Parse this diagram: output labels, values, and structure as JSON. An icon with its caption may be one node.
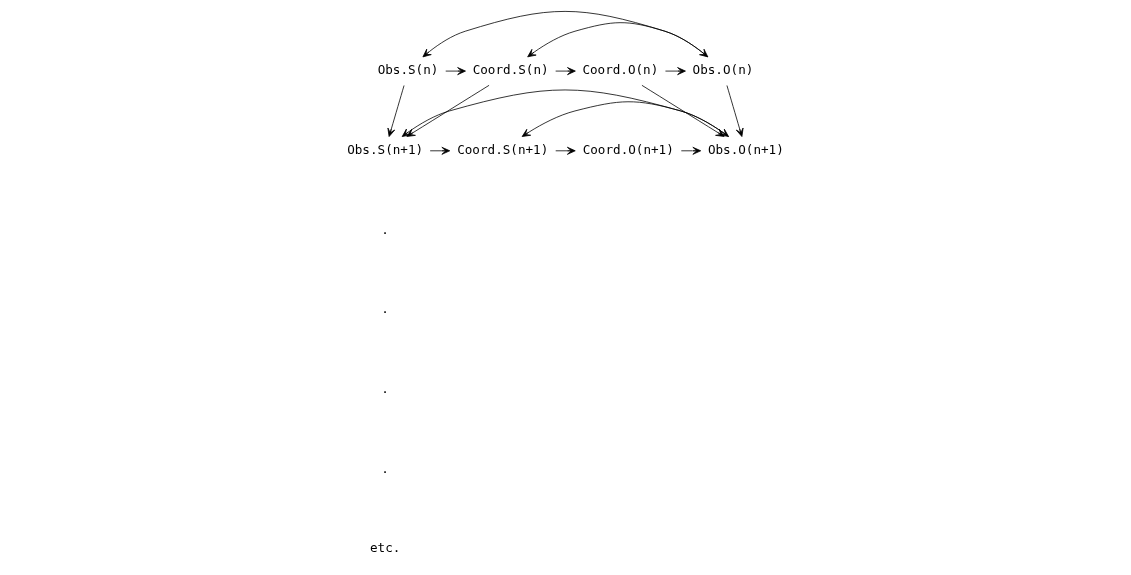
{
  "diagram": {
    "nodes": [
      {
        "text": [
          "Obs.S(n)"
        ]
      },
      {
        "text": [
          "Coord.S(n)"
        ]
      },
      {
        "text": [
          "Obs.O(n)"
        ]
      },
      {
        "text": [
          "Coord.O(n)"
        ]
      },
      {
        "text": [
          "Obs.S(n+1)"
        ]
      },
      {
        "text": [
          "Coord.S(n+1)"
        ]
      },
      {
        "text": [
          "Obs.O(n+1)"
        ]
      },
      {
        "text": [
          "Coord.O(n+1)"
        ]
      }
    ],
    "edges": [
      {
        "from": 0,
        "to": 1,
        "arrow": "to"
      },
      {
        "from": 1,
        "to": 2,
        "arrow": "both"
      },
      {
        "from": 3,
        "to": 2,
        "arrow": "to"
      },
      {
        "from": 2,
        "to": 0,
        "arrow": "to"
      },
      {
        "from": 1,
        "to": 3,
        "arrow": "to"
      },
      {
        "from": 0,
        "to": 4,
        "arrow": "to"
      },
      {
        "from": 1,
        "to": 4,
        "arrow": "to"
      },
      {
        "from": 2,
        "to": 6,
        "arrow": "to"
      },
      {
        "from": 3,
        "to": 6,
        "arrow": "to"
      },
      {
        "from": 4,
        "to": 5,
        "arrow": "to"
      },
      {
        "from": 5,
        "to": 6,
        "arrow": "both"
      },
      {
        "from": 7,
        "to": 6,
        "arrow": "to"
      },
      {
        "from": 6,
        "to": 4,
        "arrow": "to"
      },
      {
        "from": 5,
        "to": 7,
        "arrow": "to"
      }
    ],
    "labels": [
      ".",
      ".",
      ".",
      ".",
      "etc."
    ]
  }
}
